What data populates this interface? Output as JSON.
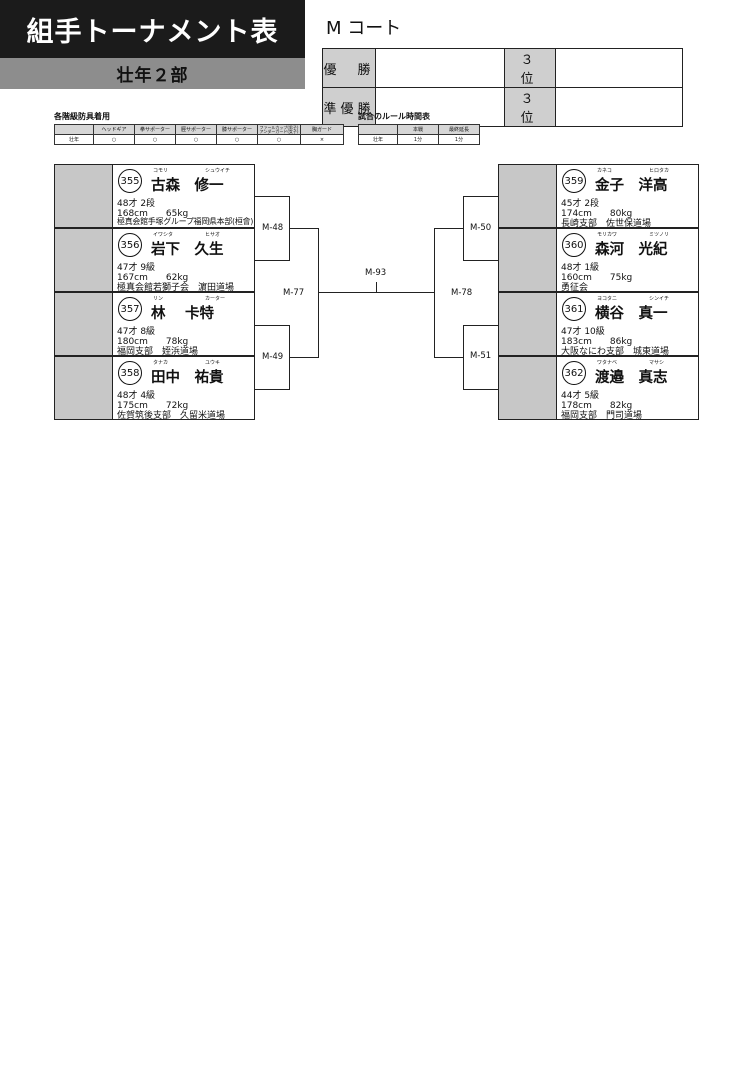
{
  "header": {
    "title": "組手トーナメント表",
    "division": "壮年２部",
    "court": "M コート",
    "results": {
      "winner_label": "優　勝",
      "runner_label": "準優勝",
      "third_label_1": "３　位",
      "third_label_2": "３　位",
      "winner": "",
      "runner": "",
      "third1": "",
      "third2": ""
    }
  },
  "gear": {
    "caption": "各階級防具着用",
    "headers": [
      "",
      "ヘッドギア",
      "拳サポーター",
      "脛サポーター",
      "膝サポーター",
      "ファールカップ(男子)\nアンダーガード(女子)",
      "胸ガード"
    ],
    "row": [
      "壮年",
      "○",
      "○",
      "○",
      "○",
      "○",
      "×"
    ]
  },
  "rules": {
    "caption": "試合のルール時間表",
    "headers": [
      "",
      "本戦",
      "最終延長"
    ],
    "row": [
      "壮年",
      "1分",
      "1分"
    ]
  },
  "players": [
    {
      "num": "355",
      "name": "古森　修一",
      "kana_family": "コモリ",
      "kana_given": "シュウイチ",
      "line1": "48才 2段",
      "line2": "168cm　　65kg",
      "line3": "極真会館手塚グループ福岡県本部(桓會)"
    },
    {
      "num": "356",
      "name": "岩下　久生",
      "kana_family": "イワシタ",
      "kana_given": "ヒサオ",
      "line1": "47才 9級",
      "line2": "167cm　　62kg",
      "line3": "極真会館若獅子会　濵田道場"
    },
    {
      "num": "357",
      "name": "林　 卡特",
      "kana_family": "リン",
      "kana_given": "カーター",
      "line1": "47才 8級",
      "line2": "180cm　　78kg",
      "line3": "福岡支部　姪浜道場"
    },
    {
      "num": "358",
      "name": "田中　祐貴",
      "kana_family": "タナカ",
      "kana_given": "ユウキ",
      "line1": "48才 4級",
      "line2": "175cm　　72kg",
      "line3": "佐賀筑後支部　久留米道場"
    },
    {
      "num": "359",
      "name": "金子　洋高",
      "kana_family": "カネコ",
      "kana_given": "ヒロタカ",
      "line1": "45才 2段",
      "line2": "174cm　　80kg",
      "line3": "長崎支部　佐世保道場"
    },
    {
      "num": "360",
      "name": "森河　光紀",
      "kana_family": "モリカワ",
      "kana_given": "ミツノリ",
      "line1": "48才 1級",
      "line2": "160cm　　75kg",
      "line3": "勇征会"
    },
    {
      "num": "361",
      "name": "横谷　真一",
      "kana_family": "ヨコタニ",
      "kana_given": "シンイチ",
      "line1": "47才 10級",
      "line2": "183cm　　86kg",
      "line3": "大阪なにわ支部　城東道場"
    },
    {
      "num": "362",
      "name": "渡邉　真志",
      "kana_family": "ワタナベ",
      "kana_given": "マサシ",
      "line1": "44才 5級",
      "line2": "178cm　　82kg",
      "line3": "福岡支部　門司道場"
    }
  ],
  "matches": {
    "m48": "M-48",
    "m49": "M-49",
    "m50": "M-50",
    "m51": "M-51",
    "m77": "M-77",
    "m78": "M-78",
    "m93": "M-93"
  }
}
